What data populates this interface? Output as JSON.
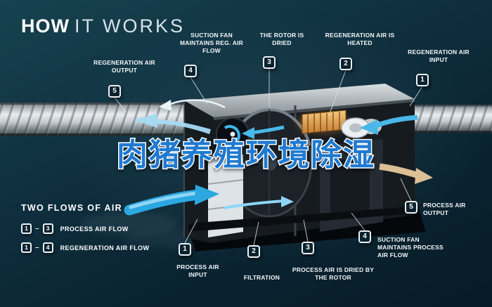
{
  "title": {
    "bold": "HOW",
    "light": "IT WORKS"
  },
  "overlay": {
    "watermark": "肉猪养殖环境除湿"
  },
  "legend": {
    "heading": "TWO FLOWS OF AIR",
    "rows": [
      {
        "start": "1",
        "dash": "–",
        "end": "3",
        "label": "PROCESS AIR FLOW"
      },
      {
        "start": "1",
        "dash": "–",
        "end": "4",
        "label": "REGENERATION AIR FLOW"
      }
    ]
  },
  "callouts": {
    "regen_output": {
      "num": "5",
      "label": "REGENERATION AIR OUTPUT"
    },
    "suction_fan_reg": {
      "num": "4",
      "label": "SUCTION FAN MAINTAINS REG. AIR FLOW"
    },
    "rotor_dried": {
      "num": "3",
      "label": "THE ROTOR IS DRIED"
    },
    "regen_heated": {
      "num": "2",
      "label": "REGENERATION AIR IS HEATED"
    },
    "regen_input": {
      "num": "1",
      "label": "REGENERATION AIR INPUT"
    },
    "process_output": {
      "num": "5",
      "label": "PROCESS AIR OUTPUT"
    },
    "suction_fan_process": {
      "num": "4",
      "label": "SUCTION FAN MAINTAINS PROCESS AIR FLOW"
    },
    "process_dried": {
      "num": "3",
      "label": "PROCESS AIR IS DRIED BY THE ROTOR"
    },
    "filtration": {
      "num": "2",
      "label": "FILTRATION"
    },
    "process_input": {
      "num": "1",
      "label": "PROCESS AIR INPUT"
    }
  },
  "colors": {
    "background_top": "#17424f",
    "background_bottom": "#071b27",
    "accent_blue": "#2ca7e1",
    "light_blue": "#8ed5f4",
    "heater_orange": "#e0953f",
    "process_out_tan": "#dcc094",
    "watermark_blue": "#1f7ad0",
    "duct_metal": "#c3cacd"
  }
}
